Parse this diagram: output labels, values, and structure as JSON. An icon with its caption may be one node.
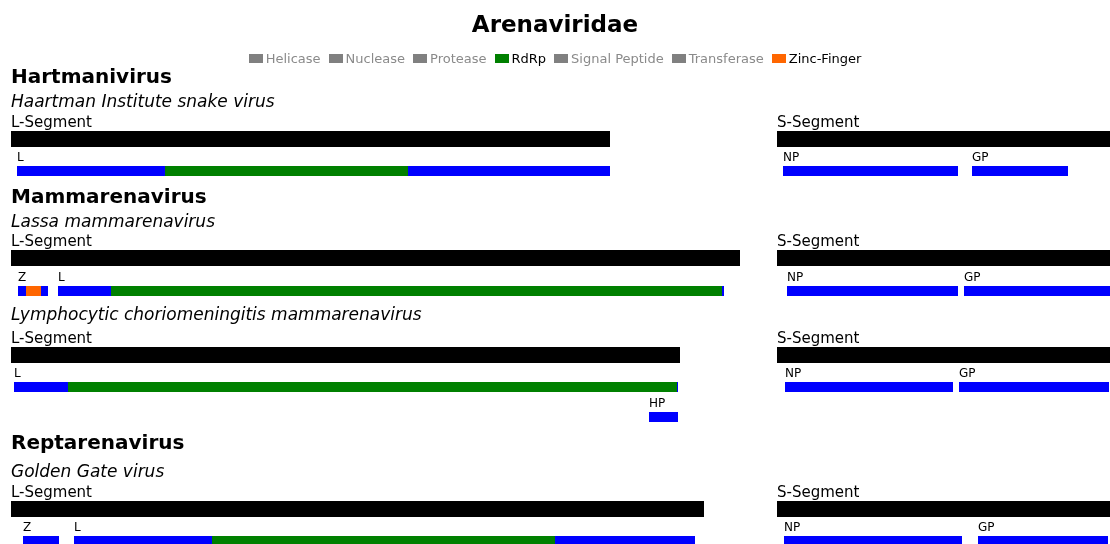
{
  "diagram": {
    "title": "Arenaviridae",
    "nodes": [
      {
        "text": [
          "L-Segment"
        ]
      },
      {
        "text": [
          "L"
        ]
      },
      {
        "text": [],
        "shape": "bar",
        "in": 1
      },
      {
        "text": [
          "S-Segment"
        ]
      },
      {
        "text": [
          "NP"
        ]
      },
      {
        "text": [
          "GP"
        ]
      },
      {
        "text": [
          "L-Segment"
        ]
      },
      {
        "text": [
          "Z"
        ]
      },
      {
        "text": [],
        "shape": "bar",
        "in": 7
      },
      {
        "text": [
          "L"
        ]
      },
      {
        "text": [],
        "shape": "bar",
        "in": 9
      },
      {
        "text": [
          "S-Segment"
        ]
      },
      {
        "text": [
          "NP"
        ]
      },
      {
        "text": [
          "GP"
        ]
      },
      {
        "text": [
          "L-Segment"
        ]
      },
      {
        "text": [
          "L"
        ]
      },
      {
        "text": [],
        "shape": "bar",
        "in": 15
      },
      {
        "text": [
          "HP"
        ]
      },
      {
        "text": [
          "S-Segment"
        ]
      },
      {
        "text": [
          "NP"
        ]
      },
      {
        "text": [
          "GP"
        ]
      },
      {
        "text": [
          "L-Segment"
        ]
      },
      {
        "text": [
          "Z"
        ]
      },
      {
        "text": [
          "L"
        ]
      },
      {
        "text": [],
        "shape": "bar",
        "in": 23
      },
      {
        "text": [
          "S-Segment"
        ]
      },
      {
        "text": [
          "NP"
        ]
      },
      {
        "text": [
          "GP"
        ]
      }
    ],
    "labels": [
      "Hartmanivirus",
      "Haartman Institute snake virus",
      "Mammarenavirus",
      "Lassa mammarenavirus",
      "Lymphocytic choriomeningitis mammarenavirus",
      "Reptarenavirus",
      "Golden Gate virus"
    ],
    "legend": [
      {
        "text": "Helicase",
        "color": "#808080"
      },
      {
        "text": "Nuclease",
        "color": "#808080"
      },
      {
        "text": "Protease",
        "color": "#808080"
      },
      {
        "text": "RdRp",
        "color": "#008000"
      },
      {
        "text": "Signal Peptide",
        "color": "#808080"
      },
      {
        "text": "Transferase",
        "color": "#808080"
      },
      {
        "text": "Zinc-Finger",
        "color": "#ff6600"
      }
    ]
  }
}
